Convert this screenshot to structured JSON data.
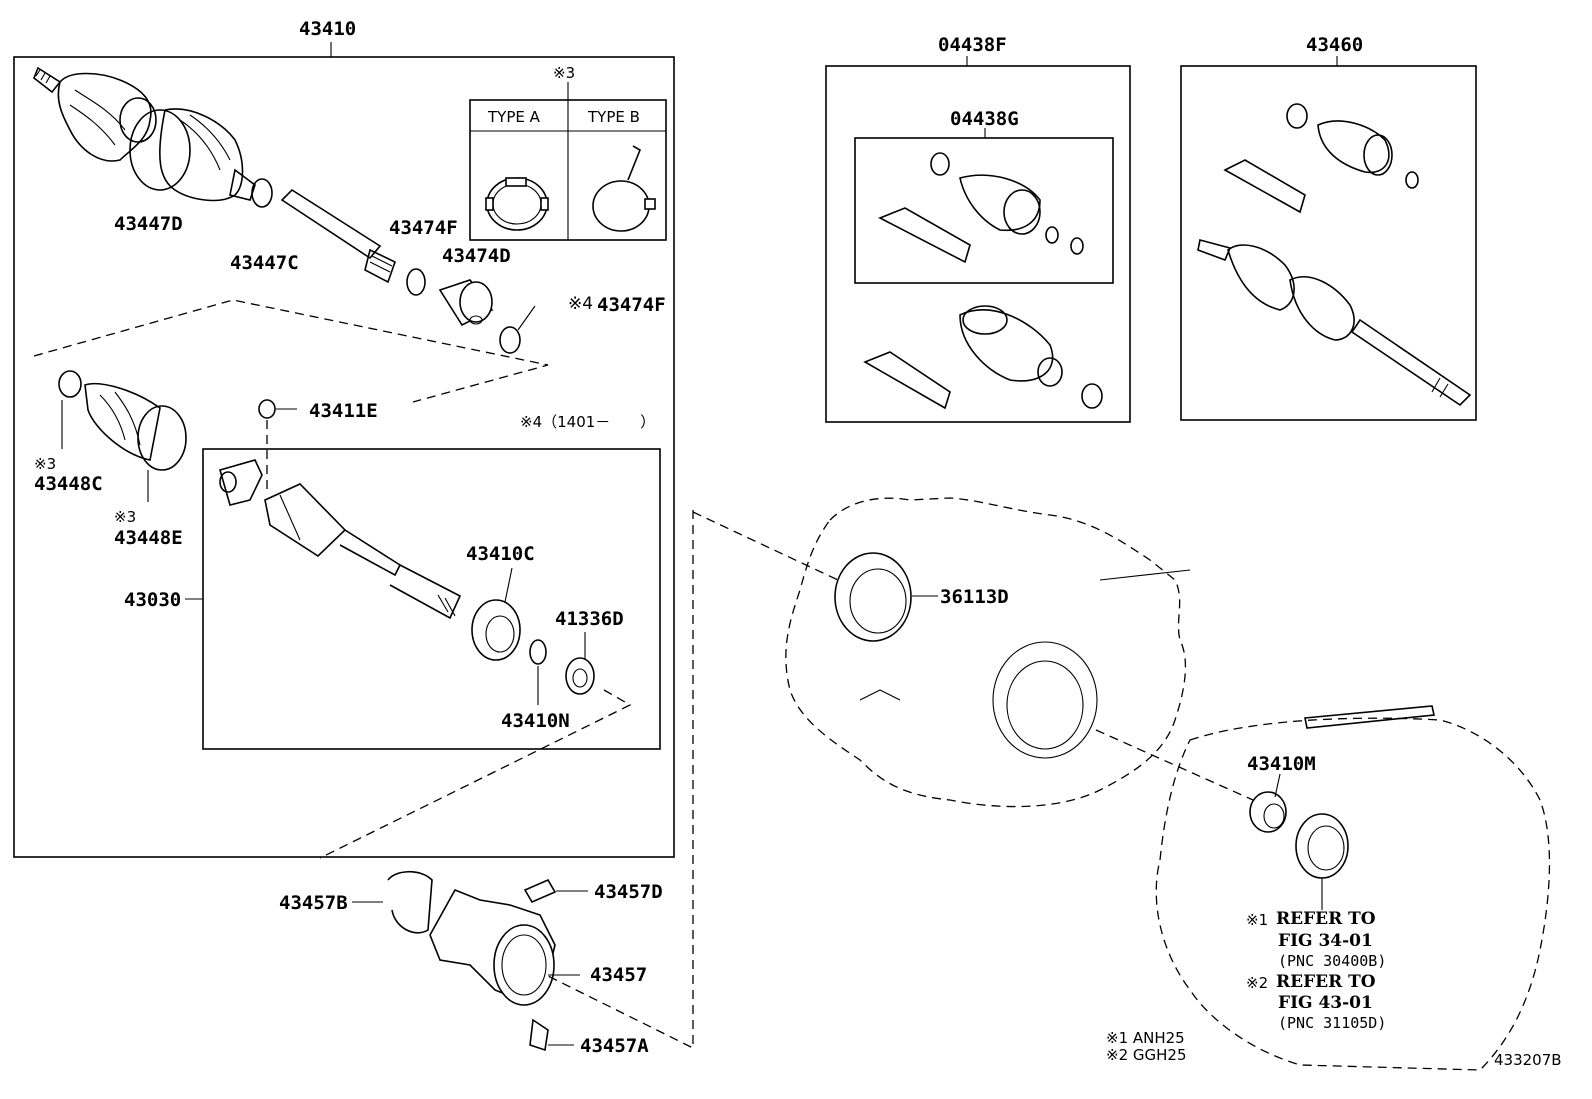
{
  "labels": {
    "p43410": "43410",
    "p43447D": "43447D",
    "p43447C": "43447C",
    "p43474F_a": "43474F",
    "p43474D": "43474D",
    "p43474F_b": "43474F",
    "p43411E": "43411E",
    "p43448C": "43448C",
    "p43448E": "43448E",
    "p43030": "43030",
    "p43410C": "43410C",
    "p41336D": "41336D",
    "p43410N": "43410N",
    "p43457B": "43457B",
    "p43457D": "43457D",
    "p43457": "43457",
    "p43457A": "43457A",
    "p04438F": "04438F",
    "p04438G": "04438G",
    "p43460": "43460",
    "p36113D": "36113D",
    "p43410M": "43410M"
  },
  "marks": {
    "m3_top": "※3",
    "m4": "※4",
    "m3_a": "※3",
    "m3_b": "※3",
    "m4_range": "※4（1401－　　）"
  },
  "type_box": {
    "type_a": "TYPE A",
    "type_b": "TYPE B"
  },
  "refer": {
    "r1_mark": "※1",
    "r1_line1": "REFER TO",
    "r1_line2": "FIG 34-01",
    "r1_line3": "(PNC 30400B)",
    "r2_mark": "※2",
    "r2_line1": "REFER TO",
    "r2_line2": "FIG 43-01",
    "r2_line3": "(PNC 31105D)"
  },
  "legend": {
    "l1": "※1 ANH25",
    "l2": "※2 GGH25"
  },
  "figure_id": "433207B"
}
